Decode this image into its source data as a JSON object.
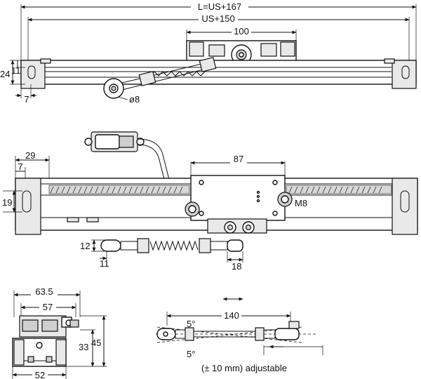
{
  "top_view": {
    "dim_total_length": "L=US+167",
    "dim_stroke": "US+150",
    "dim_carriage": "100",
    "dim_height_24": "24",
    "dim_height_11": "11",
    "dim_edge_7": "7",
    "dim_bore": "ø8"
  },
  "front_view": {
    "dim_87": "87",
    "dim_29": "29",
    "dim_7": "7",
    "dim_19": "19",
    "thread_label": "M8",
    "dim_12": "12",
    "dim_11": "11",
    "dim_18": "18"
  },
  "end_view": {
    "dim_63_5": "63.5",
    "dim_57": "57",
    "dim_45": "45",
    "dim_33": "33",
    "dim_52": "52"
  },
  "rod_detail": {
    "dim_140": "140",
    "angle_top": "5°",
    "angle_bottom": "5°",
    "caption": "(± 10 mm) adjustable"
  }
}
